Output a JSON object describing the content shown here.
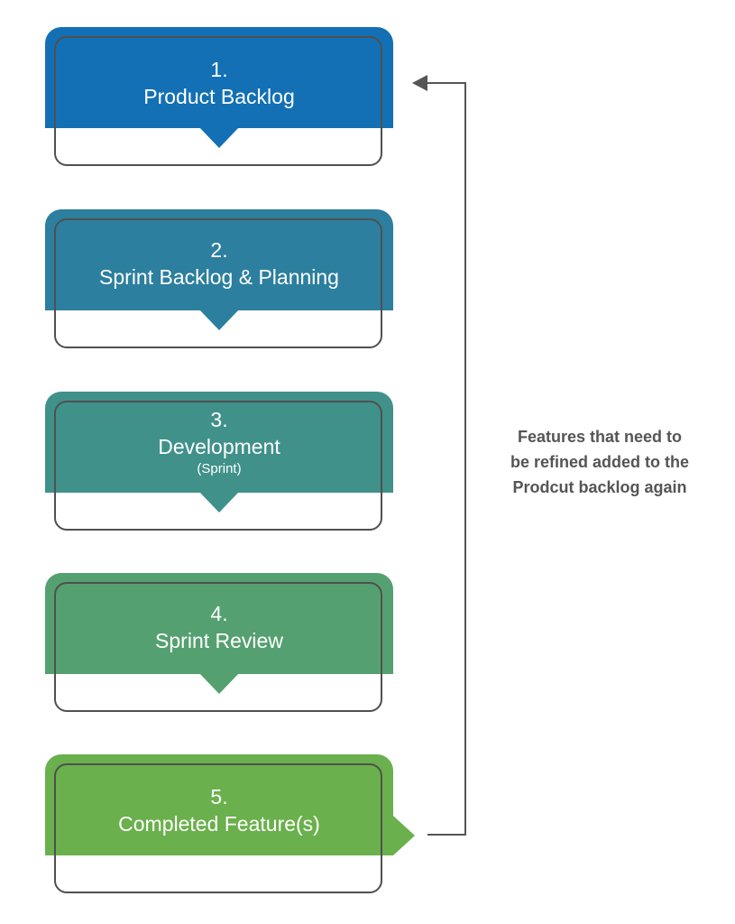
{
  "steps": [
    {
      "number": "1.",
      "title": "Product Backlog",
      "subtitle": "",
      "color": "#1470b4"
    },
    {
      "number": "2.",
      "title": "Sprint Backlog & Planning",
      "subtitle": "",
      "color": "#2c7f9e"
    },
    {
      "number": "3.",
      "title": "Development",
      "subtitle": "(Sprint)",
      "color": "#40918a"
    },
    {
      "number": "4.",
      "title": "Sprint Review",
      "subtitle": "",
      "color": "#55a070"
    },
    {
      "number": "5.",
      "title": "Completed Feature(s)",
      "subtitle": "",
      "color": "#6ab04c"
    }
  ],
  "feedback": {
    "lines": [
      "Features that need to",
      "be refined added to the",
      "Prodcut backlog again"
    ],
    "line_color": "#555555"
  }
}
